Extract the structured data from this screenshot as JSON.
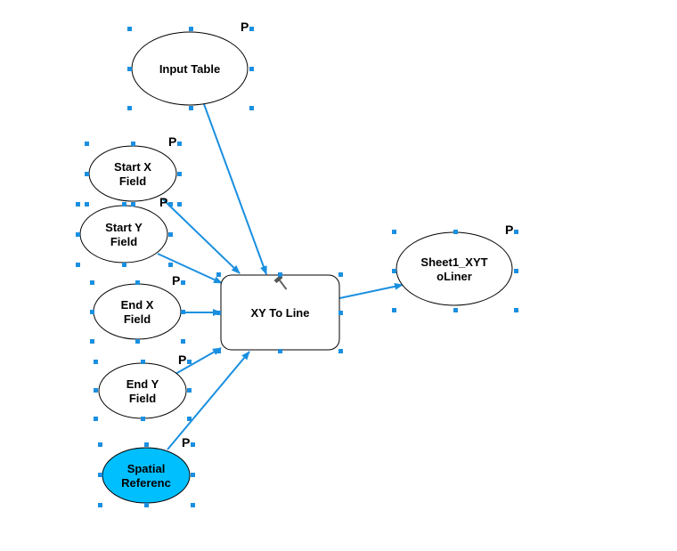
{
  "diagram": {
    "colors": {
      "accent": "#1a8fe0",
      "selected_fill": "#00bfff",
      "node_fill": "#ffffff",
      "stroke": "#000000"
    },
    "parameter_marker": "P",
    "nodes": [
      {
        "id": "input_table",
        "kind": "variable",
        "lines": [
          "Input Table"
        ],
        "parameter": true,
        "selected": false
      },
      {
        "id": "start_x",
        "kind": "variable",
        "lines": [
          "Start X",
          "Field"
        ],
        "parameter": true,
        "selected": false
      },
      {
        "id": "start_y",
        "kind": "variable",
        "lines": [
          "Start Y",
          "Field"
        ],
        "parameter": true,
        "selected": false
      },
      {
        "id": "end_x",
        "kind": "variable",
        "lines": [
          "End X",
          "Field"
        ],
        "parameter": true,
        "selected": false
      },
      {
        "id": "end_y",
        "kind": "variable",
        "lines": [
          "End Y",
          "Field"
        ],
        "parameter": true,
        "selected": false
      },
      {
        "id": "spatial_ref",
        "kind": "variable",
        "lines": [
          "Spatial",
          "Referenc"
        ],
        "parameter": true,
        "selected": true
      },
      {
        "id": "xy_to_line",
        "kind": "tool",
        "lines": [
          "XY To Line"
        ],
        "parameter": false,
        "selected": false,
        "icon": "hammer-icon"
      },
      {
        "id": "output",
        "kind": "variable",
        "lines": [
          "Sheet1_XYT",
          "oLiner"
        ],
        "parameter": true,
        "selected": false
      }
    ],
    "edges": [
      {
        "from": "input_table",
        "to": "xy_to_line"
      },
      {
        "from": "start_x",
        "to": "xy_to_line"
      },
      {
        "from": "start_y",
        "to": "xy_to_line"
      },
      {
        "from": "end_x",
        "to": "xy_to_line"
      },
      {
        "from": "end_y",
        "to": "xy_to_line"
      },
      {
        "from": "spatial_ref",
        "to": "xy_to_line"
      },
      {
        "from": "xy_to_line",
        "to": "output"
      }
    ]
  }
}
